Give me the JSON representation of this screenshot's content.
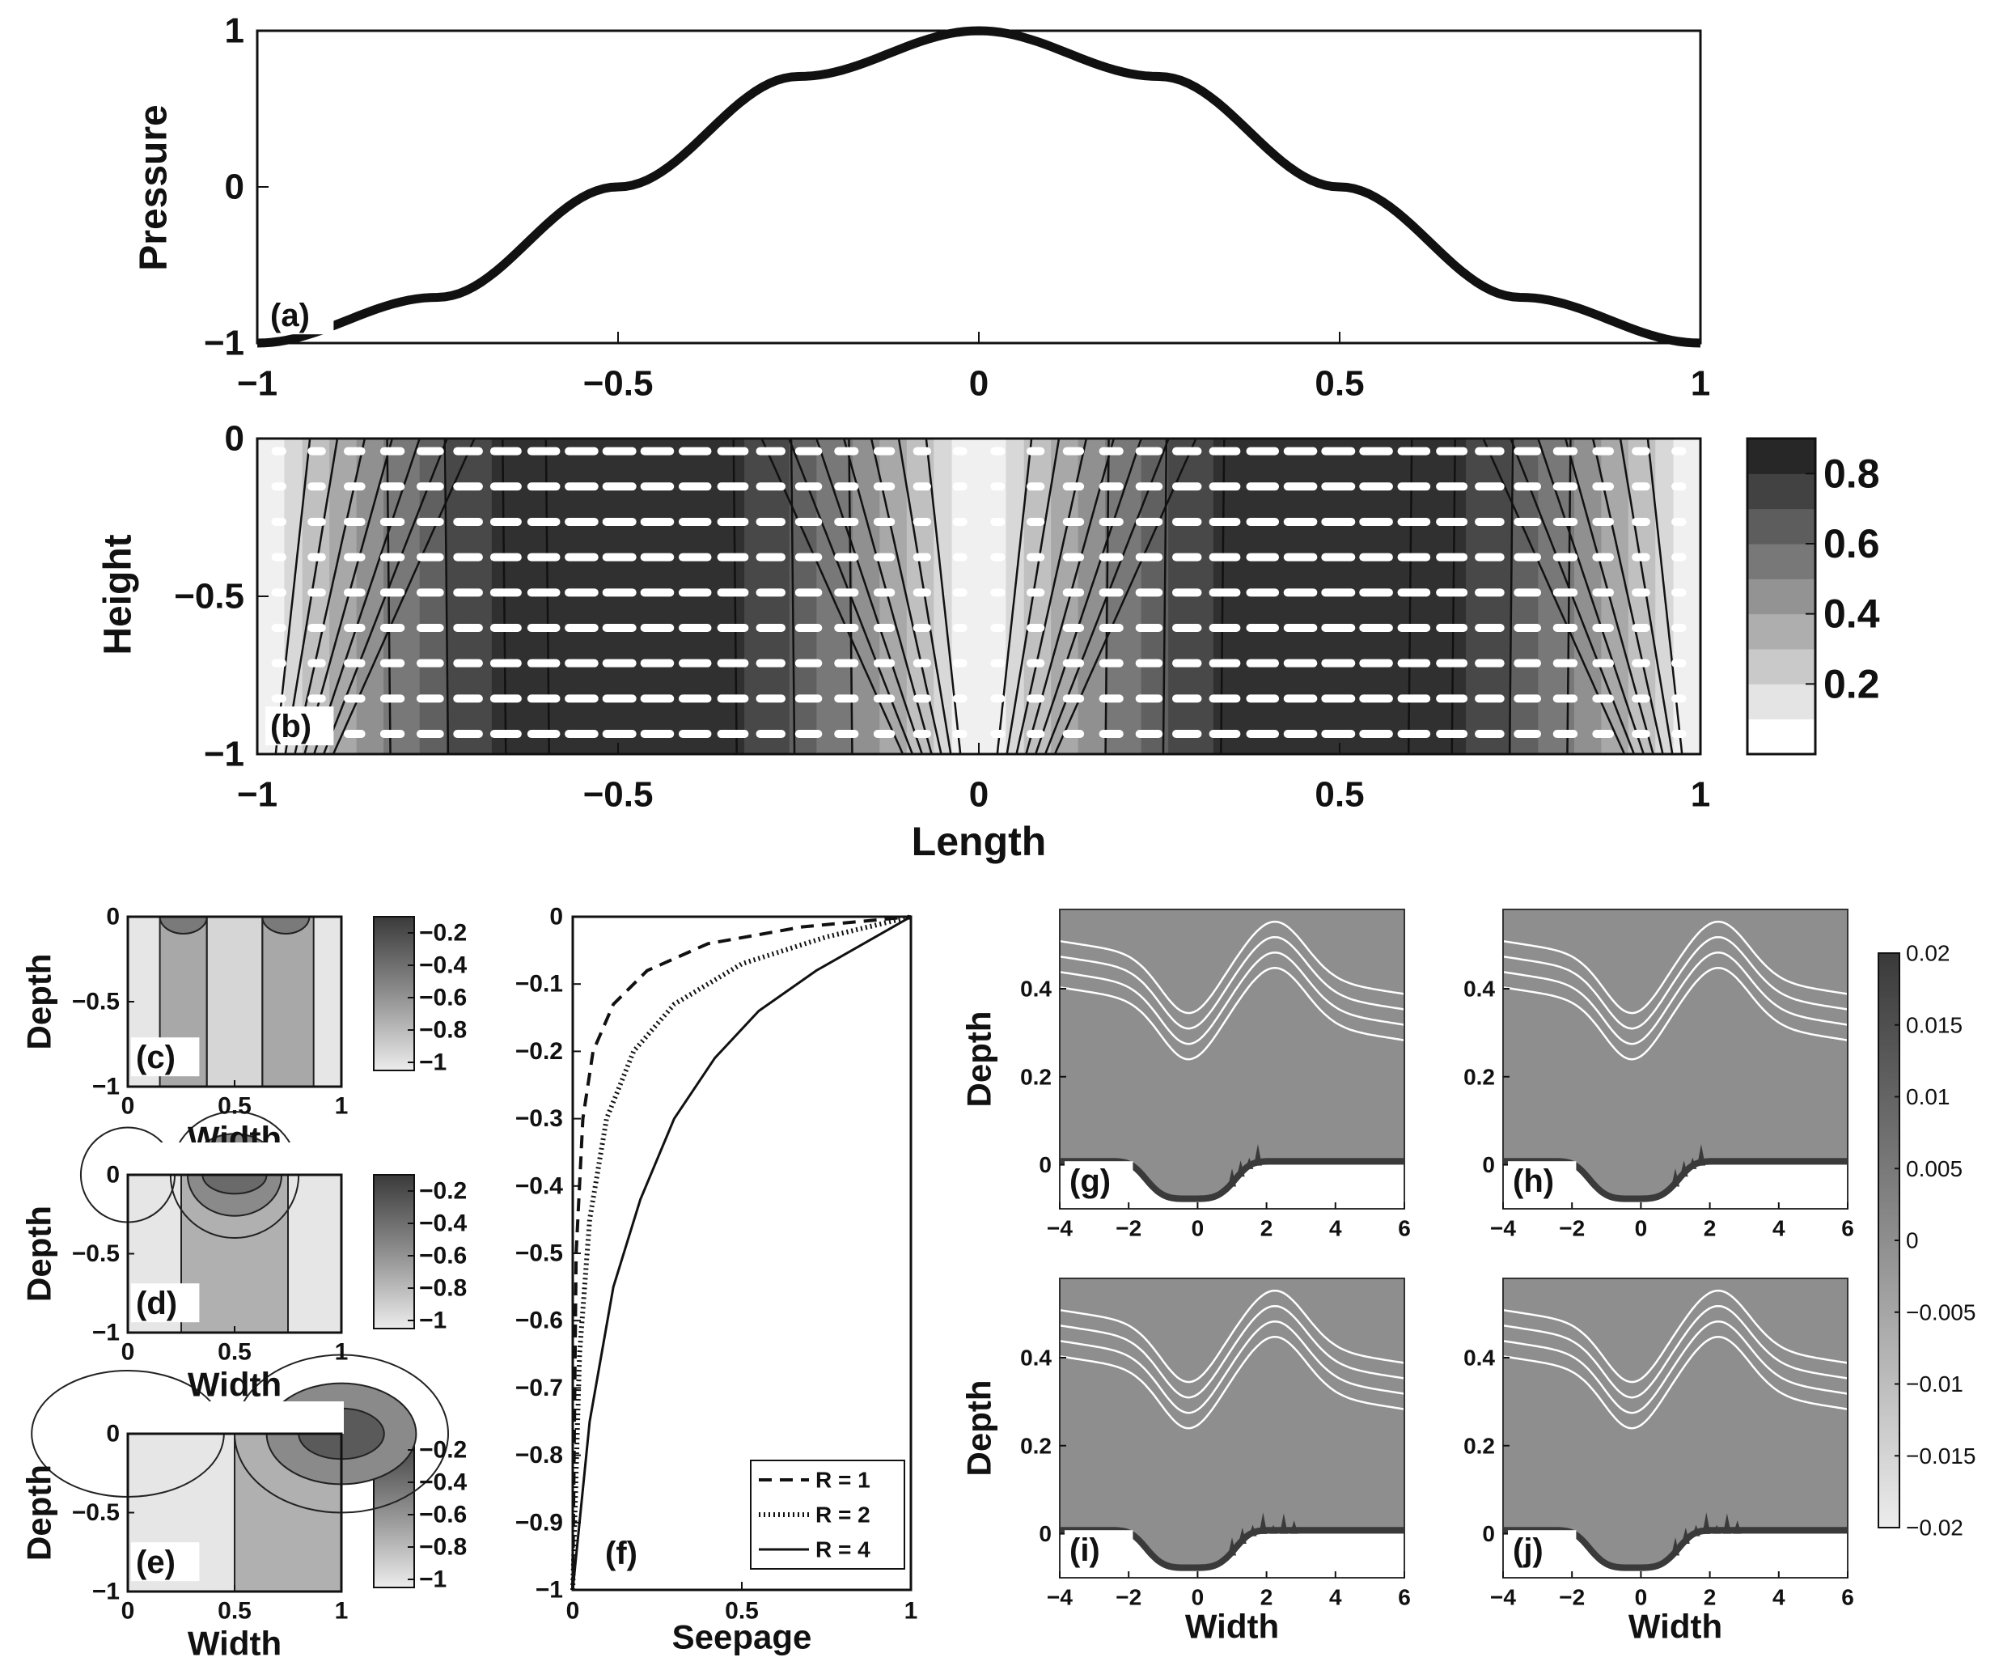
{
  "chart_data": [
    {
      "panel": "(a)",
      "type": "line",
      "ylabel": "Pressure",
      "xlim": [
        -1,
        1
      ],
      "ylim": [
        -1,
        1
      ],
      "xticks": [
        "-1",
        "-0.5",
        "0",
        "0.5",
        "1"
      ],
      "yticks": [
        "-1",
        "0",
        "1"
      ],
      "series": [
        {
          "x": [
            -1,
            -0.75,
            -0.5,
            -0.25,
            0,
            0.25,
            0.5,
            0.75,
            1
          ],
          "y": [
            -1,
            -0.707,
            0,
            0.707,
            1,
            0.707,
            0,
            -0.707,
            -1
          ]
        }
      ]
    },
    {
      "panel": "(b)",
      "type": "heatmap",
      "xlabel": "Length",
      "ylabel": "Height",
      "xlim": [
        -1,
        1
      ],
      "ylim": [
        -1,
        0
      ],
      "xticks": [
        "-1",
        "-0.5",
        "0",
        "0.5",
        "1"
      ],
      "yticks": [
        "-1",
        "-0.5",
        "0"
      ],
      "colorbar_ticks": [
        "0.2",
        "0.4",
        "0.6",
        "0.8"
      ],
      "colorbar_range": [
        0,
        0.9
      ]
    },
    {
      "panel": "(c)",
      "type": "heatmap",
      "xlabel": "Width",
      "ylabel": "Depth",
      "xlim": [
        0,
        1
      ],
      "ylim": [
        -1,
        0
      ],
      "xticks": [
        "0",
        "0.5",
        "1"
      ],
      "yticks": [
        "-1",
        "-0.5",
        "0"
      ],
      "colorbar_ticks": [
        "-0.2",
        "-0.4",
        "-0.6",
        "-0.8",
        "-1"
      ]
    },
    {
      "panel": "(d)",
      "type": "heatmap",
      "xlabel": "Width",
      "ylabel": "Depth",
      "xlim": [
        0,
        1
      ],
      "ylim": [
        -1,
        0
      ],
      "xticks": [
        "0",
        "0.5",
        "1"
      ],
      "yticks": [
        "-1",
        "-0.5",
        "0"
      ],
      "colorbar_ticks": [
        "-0.2",
        "-0.4",
        "-0.6",
        "-0.8",
        "-1"
      ]
    },
    {
      "panel": "(e)",
      "type": "heatmap",
      "xlabel": "Width",
      "ylabel": "Depth",
      "xlim": [
        0,
        1
      ],
      "ylim": [
        -1,
        0
      ],
      "xticks": [
        "0",
        "0.5",
        "1"
      ],
      "yticks": [
        "-1",
        "-0.5",
        "0"
      ],
      "colorbar_ticks": [
        "-0.2",
        "-0.4",
        "-0.6",
        "-0.8",
        "-1"
      ]
    },
    {
      "panel": "(f)",
      "type": "line",
      "xlabel": "Seepage",
      "xlim": [
        0,
        1
      ],
      "ylim": [
        -1,
        0
      ],
      "xticks": [
        "0",
        "0.5",
        "1"
      ],
      "yticks": [
        "0",
        "-0.1",
        "-0.2",
        "-0.3",
        "-0.4",
        "-0.5",
        "-0.6",
        "-0.7",
        "-0.8",
        "-0.9",
        "-1"
      ],
      "legend_position": "bottom-right",
      "series": [
        {
          "name": "R = 1",
          "style": "dashed",
          "x": [
            0,
            0.01,
            0.03,
            0.06,
            0.12,
            0.22,
            0.4,
            0.68,
            1.0
          ],
          "y": [
            -1,
            -0.5,
            -0.3,
            -0.2,
            -0.13,
            -0.08,
            -0.04,
            -0.015,
            0
          ]
        },
        {
          "name": "R = 2",
          "style": "dotted",
          "x": [
            0,
            0.02,
            0.05,
            0.1,
            0.18,
            0.3,
            0.5,
            0.75,
            1.0
          ],
          "y": [
            -1,
            -0.65,
            -0.45,
            -0.3,
            -0.2,
            -0.13,
            -0.07,
            -0.03,
            0
          ]
        },
        {
          "name": "R = 4",
          "style": "solid",
          "x": [
            0,
            0.05,
            0.12,
            0.2,
            0.3,
            0.42,
            0.55,
            0.72,
            0.86,
            1.0
          ],
          "y": [
            -1,
            -0.75,
            -0.55,
            -0.42,
            -0.3,
            -0.21,
            -0.14,
            -0.08,
            -0.04,
            0
          ]
        }
      ]
    },
    {
      "panel": "(g)",
      "type": "heatmap",
      "ylabel": "Depth",
      "xlim": [
        -4,
        6
      ],
      "ylim": [
        -0.1,
        0.58
      ],
      "xticks": [
        "-4",
        "-2",
        "0",
        "2",
        "4",
        "6"
      ],
      "yticks": [
        "0",
        "0.2",
        "0.4"
      ]
    },
    {
      "panel": "(h)",
      "type": "heatmap",
      "xlim": [
        -4,
        6
      ],
      "ylim": [
        -0.1,
        0.58
      ],
      "xticks": [
        "-4",
        "-2",
        "0",
        "2",
        "4",
        "6"
      ],
      "yticks": [
        "0",
        "0.2",
        "0.4"
      ]
    },
    {
      "panel": "(i)",
      "type": "heatmap",
      "xlabel": "Width",
      "ylabel": "Depth",
      "xlim": [
        -4,
        6
      ],
      "ylim": [
        -0.1,
        0.58
      ],
      "xticks": [
        "-4",
        "-2",
        "0",
        "2",
        "4",
        "6"
      ],
      "yticks": [
        "0",
        "0.2",
        "0.4"
      ]
    },
    {
      "panel": "(j)",
      "type": "heatmap",
      "xlabel": "Width",
      "xlim": [
        -4,
        6
      ],
      "ylim": [
        -0.1,
        0.58
      ],
      "xticks": [
        "-4",
        "-2",
        "0",
        "2",
        "4",
        "6"
      ],
      "yticks": [
        "0",
        "0.2",
        "0.4"
      ],
      "colorbar_ticks": [
        "0.02",
        "0.015",
        "0.01",
        "0.005",
        "0",
        "-0.005",
        "-0.01",
        "-0.015",
        "-0.02"
      ],
      "colorbar_range": [
        -0.02,
        0.02
      ]
    }
  ]
}
